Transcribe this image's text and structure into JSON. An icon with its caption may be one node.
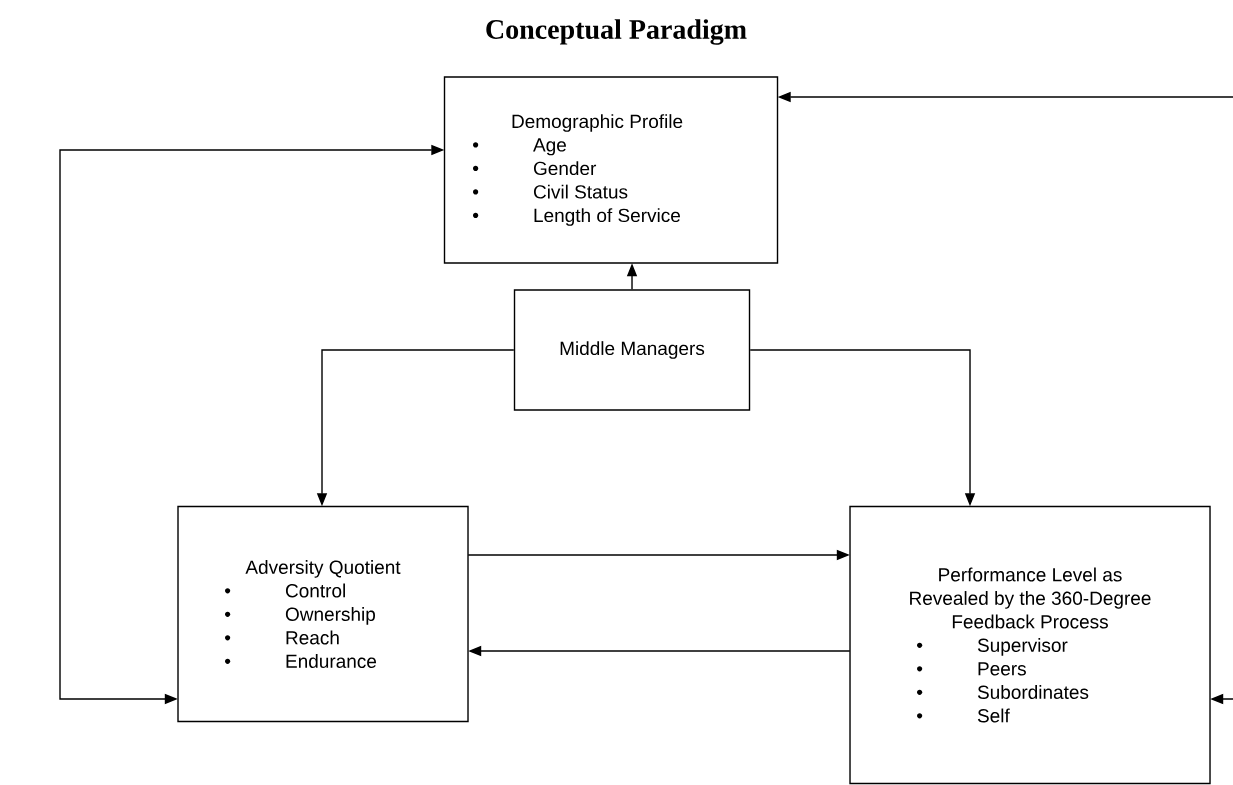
{
  "diagram": {
    "title": "Conceptual Paradigm",
    "nodes": [
      {
        "text": [
          "Demographic Profile",
          "Age",
          "Gender",
          "Civil Status",
          "Length of Service"
        ]
      },
      {
        "text": [
          "Middle Managers"
        ]
      },
      {
        "text": [
          "Adversity Quotient",
          "Control",
          "Ownership",
          "Reach",
          "Endurance"
        ]
      },
      {
        "text": [
          "Performance Level as Revealed by the 360-Degree Feedback Process",
          "Supervisor",
          "Peers",
          "Subordinates",
          "Self"
        ]
      }
    ],
    "edges": [
      {
        "from": 1,
        "to": 0,
        "arrow": "to"
      },
      {
        "from": 1,
        "to": 2,
        "arrow": "to"
      },
      {
        "from": 1,
        "to": 3,
        "arrow": "to"
      },
      {
        "from": 2,
        "to": 3,
        "arrow": "to"
      },
      {
        "from": 3,
        "to": 2,
        "arrow": "to"
      },
      {
        "from": 2,
        "to": 0,
        "arrow": "both"
      },
      {
        "from": null,
        "to": 0,
        "arrow": "to"
      },
      {
        "from": null,
        "to": 3,
        "arrow": "to"
      }
    ]
  }
}
